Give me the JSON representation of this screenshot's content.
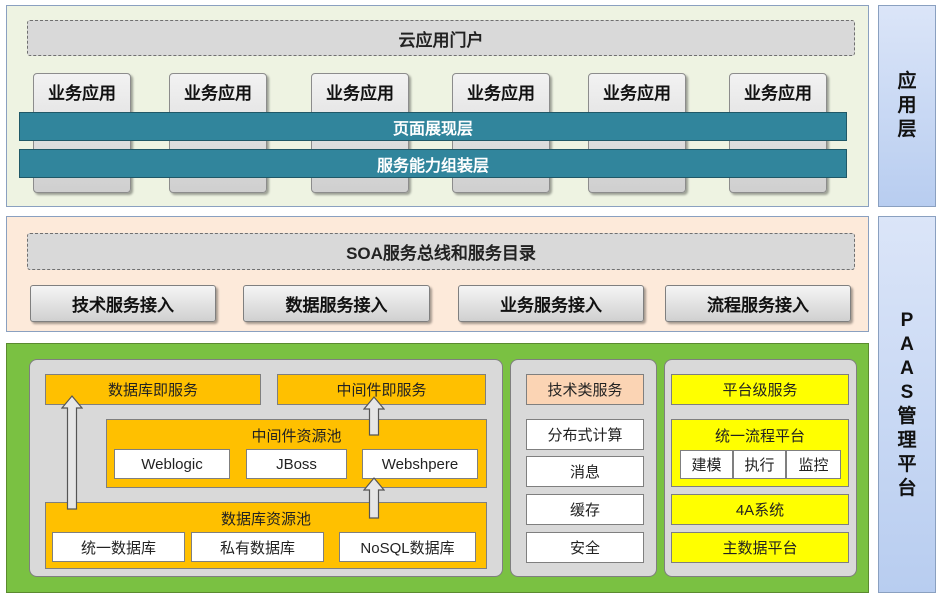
{
  "application_layer": {
    "portal": "云应用门户",
    "apps": [
      "业务应用",
      "业务应用",
      "业务应用",
      "业务应用",
      "业务应用",
      "业务应用"
    ],
    "bands": [
      "页面展现层",
      "服务能力组装层"
    ],
    "side_label": "应\n用\n层"
  },
  "soa_layer": {
    "bus": "SOA服务总线和服务目录",
    "access": [
      "技术服务接入",
      "数据服务接入",
      "业务服务接入",
      "流程服务接入"
    ]
  },
  "paas": {
    "side_label": "P\nA\nA\nS\n管\n理\n平\n台",
    "db_service": "数据库即服务",
    "mw_service": "中间件即服务",
    "mw_pool": {
      "title": "中间件资源池",
      "items": [
        "Weblogic",
        "JBoss",
        "Webshpere"
      ]
    },
    "db_pool": {
      "title": "数据库资源池",
      "items": [
        "统一数据库",
        "私有数据库",
        "NoSQL数据库"
      ]
    },
    "tech": {
      "title": "技术类服务",
      "items": [
        "分布式计算",
        "消息",
        "缓存",
        "安全"
      ]
    },
    "platform": {
      "title": "平台级服务",
      "workflow": {
        "title": "统一流程平台",
        "items": [
          "建模",
          "执行",
          "监控"
        ]
      },
      "items": [
        "4A系统",
        "主数据平台"
      ]
    }
  }
}
